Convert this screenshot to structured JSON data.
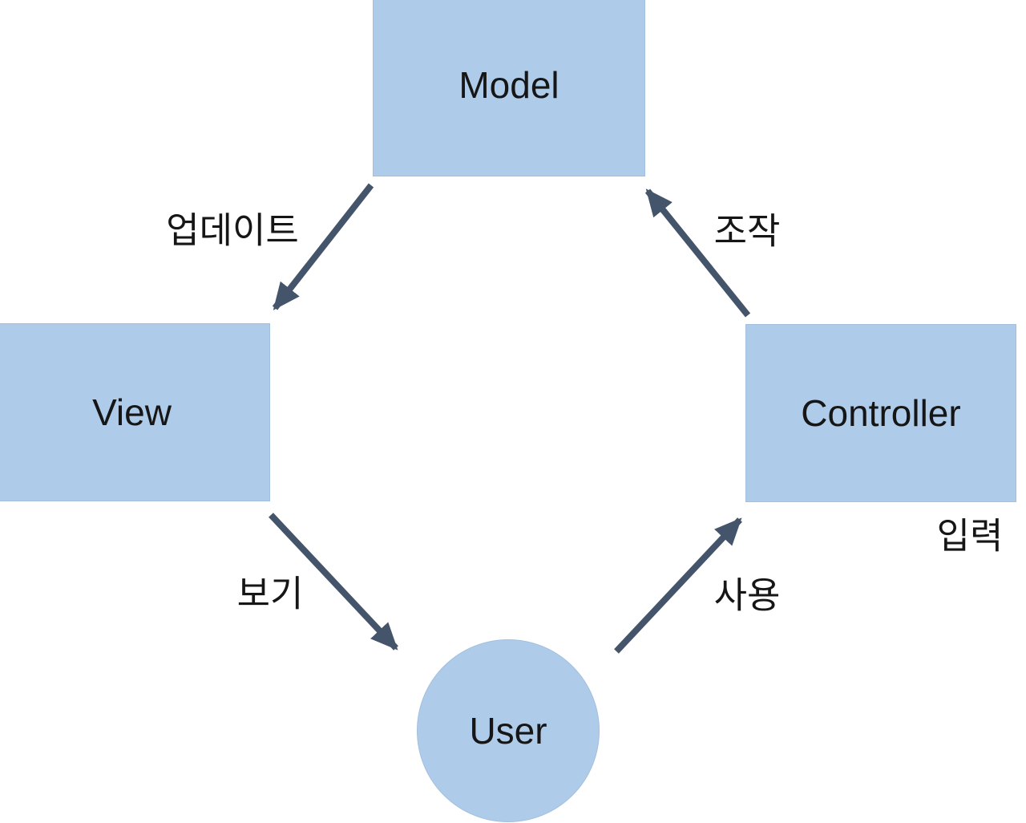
{
  "diagram": {
    "nodes": [
      {
        "id": "model",
        "label": "Model",
        "shape": "rectangle"
      },
      {
        "id": "view",
        "label": "View",
        "shape": "rectangle"
      },
      {
        "id": "controller",
        "label": "Controller",
        "shape": "rectangle"
      },
      {
        "id": "user",
        "label": "User",
        "shape": "circle"
      }
    ],
    "edges": [
      {
        "from": "model",
        "to": "view",
        "label": "업데이트"
      },
      {
        "from": "controller",
        "to": "model",
        "label": "조작"
      },
      {
        "from": "view",
        "to": "user",
        "label": "보기"
      },
      {
        "from": "user",
        "to": "controller",
        "label": "사용"
      }
    ],
    "annotations": [
      {
        "label": "입력",
        "near": "controller-bottom-right"
      }
    ]
  },
  "colors": {
    "node_fill": "#aecbe9",
    "node_border": "#a2c0de",
    "arrow": "#44546a",
    "text": "#161616",
    "background": "#ffffff"
  }
}
